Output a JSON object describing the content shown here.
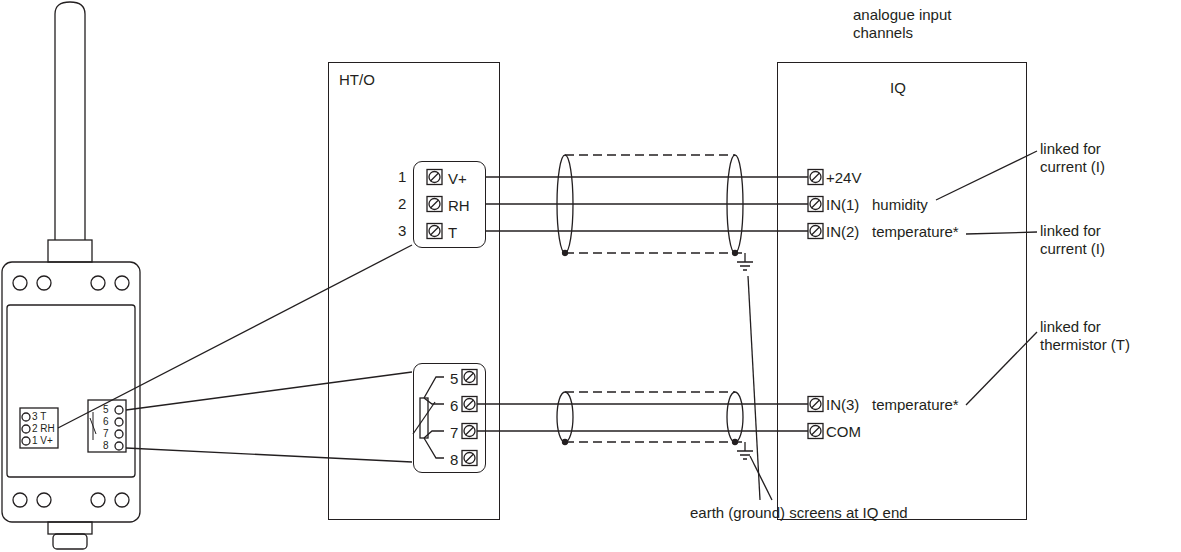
{
  "diagram": {
    "nodes": [
      {
        "text": [
          "HT/O"
        ]
      },
      {
        "text": [
          "V+",
          "RH",
          "T"
        ],
        "in": 0
      },
      {
        "text": [
          "5",
          "6",
          "7",
          "8"
        ],
        "in": 0
      },
      {
        "text": [
          "IQ",
          "+24V",
          "IN(1)",
          "IN(2)",
          "IN(3)",
          "COM"
        ]
      }
    ],
    "edges": [
      {
        "from": 1,
        "to": 3,
        "arrow": "none"
      },
      {
        "from": 1,
        "to": 3,
        "arrow": "none"
      },
      {
        "from": 1,
        "to": 3,
        "arrow": "none"
      },
      {
        "from": 2,
        "to": 3,
        "arrow": "none"
      },
      {
        "from": 2,
        "to": 3,
        "arrow": "none"
      }
    ],
    "labels": [
      "analogue input channels",
      "1",
      "2",
      "3",
      "humidity",
      "temperature*",
      "temperature*",
      "linked for current (I)",
      "linked for current (I)",
      "linked for thermistor (T)",
      "earth (ground) screens at IQ end",
      "3 T",
      "2 RH",
      "1 V+",
      "5",
      "6",
      "7",
      "8"
    ]
  }
}
